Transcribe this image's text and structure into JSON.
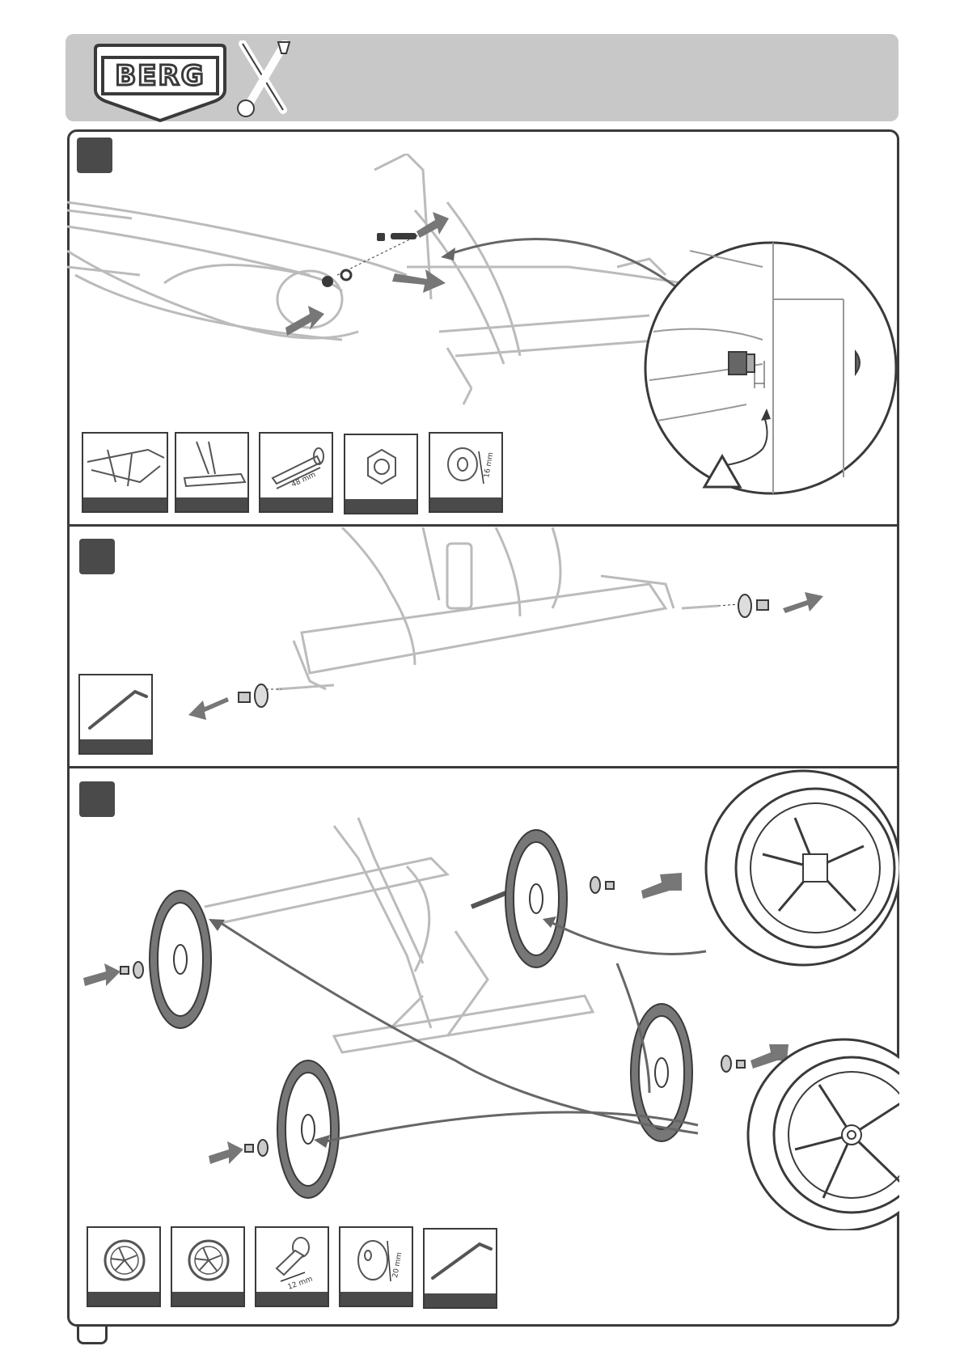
{
  "header": {
    "logo_text": "BERG",
    "logo_icon": "berg-shield-logo",
    "tools_icon": "wrench-screwdriver-icon",
    "background_color": "#c8c8c8"
  },
  "steps": [
    {
      "parts": [
        {
          "icon": "frame-part-icon",
          "label": ""
        },
        {
          "icon": "rear-frame-part-icon",
          "label": ""
        },
        {
          "icon": "bolt-icon",
          "label": "48 mm"
        },
        {
          "icon": "lock-nut-icon",
          "label": ""
        },
        {
          "icon": "spacer-icon",
          "label": "16 mm"
        }
      ],
      "warning_icon": "warning-triangle-icon"
    },
    {
      "parts": [
        {
          "icon": "allen-key-icon",
          "label": ""
        }
      ]
    },
    {
      "parts": [
        {
          "icon": "wheel-front-icon",
          "label": ""
        },
        {
          "icon": "wheel-rear-icon",
          "label": ""
        },
        {
          "icon": "axle-bolt-icon",
          "label": "12 mm"
        },
        {
          "icon": "washer-icon",
          "label": "20 mm"
        },
        {
          "icon": "allen-key-icon",
          "label": ""
        }
      ]
    }
  ],
  "colors": {
    "frame_border": "#3a3a3a",
    "badge": "#4a4a4a",
    "arrow": "#666666",
    "tire": "#777777"
  }
}
